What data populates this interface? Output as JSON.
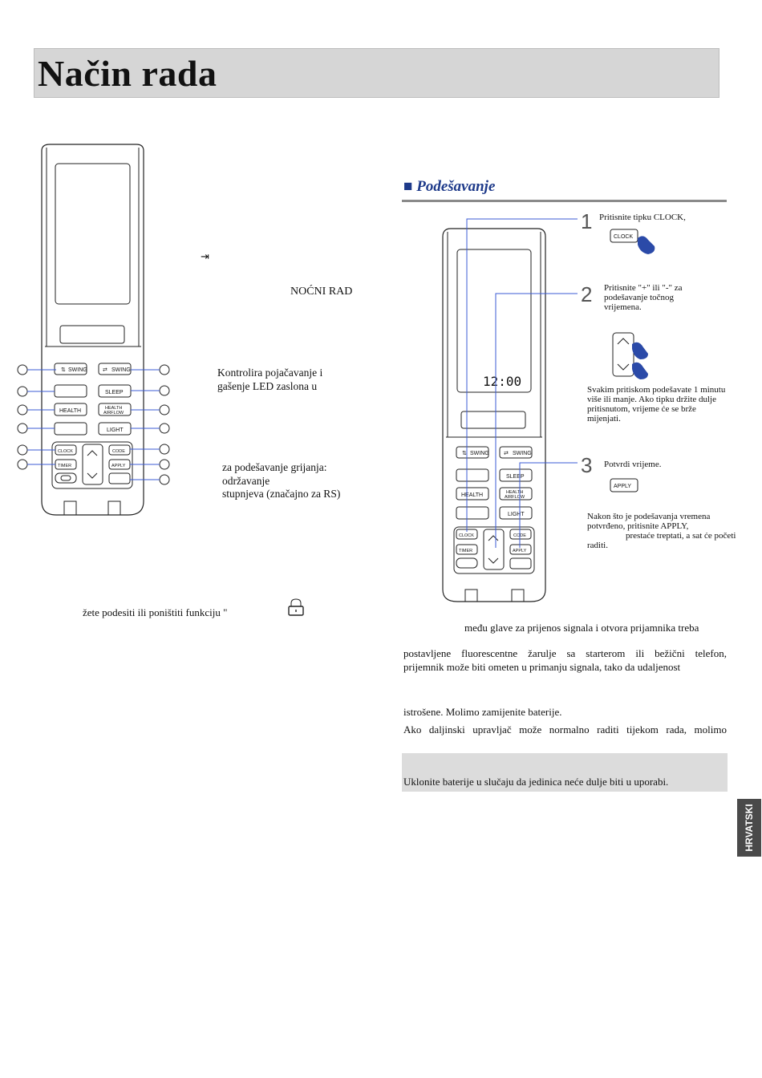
{
  "title": "Način rada",
  "left": {
    "remote_buttons": {
      "swing_left": "SWING",
      "swing_right": "SWING",
      "sleep": "SLEEP",
      "health": "HEALTH",
      "health_airflow_1": "HEALTH",
      "health_airflow_2": "AIRFLOW",
      "light": "LIGHT",
      "clock": "CLOCK",
      "code": "CODE",
      "timer": "TIMER",
      "apply": "APPLY"
    },
    "glyph_arrow": "⇥",
    "label_night": "NOĆNI RAD",
    "light_desc": [
      "Kontrolira pojačavanje i",
      "gašenje LED zaslona u"
    ],
    "heat_desc": [
      "za podešavanje grijanja:",
      "održavanje",
      "stupnjeva (značajno za RS)"
    ],
    "lock_text": "žete podesiti ili poništiti funkciju \""
  },
  "right": {
    "section_marker": "■",
    "section_title": "Podešavanje",
    "display_time": "12:00",
    "steps": [
      {
        "num": "1",
        "lines": [
          "Pritisnite tipku CLOCK,"
        ],
        "button": "CLOCK"
      },
      {
        "num": "2",
        "lines": [
          "Pritisnite \"+\" ili \"-\" za",
          "podešavanje točnog",
          "vrijemena."
        ]
      },
      {
        "num": "3",
        "lines": [
          "Potvrdi vrijeme."
        ],
        "button": "APPLY"
      }
    ],
    "step2_note": [
      "Svakim pritiskom podešavate 1 minutu",
      " više ili manje. Ako tipku držite dulje",
      "pritisnutom, vrijeme će se brže",
      "mijenjati."
    ],
    "step3_note": [
      "Nakon što je podešavanja vremena",
      "potvrđeno, pritisnite APPLY,",
      "prestaće treptati, a sat će početi",
      "raditi."
    ],
    "para1": "među glave za prijenos signala i otvora prijamnika treba",
    "para2a": "postavljene fluorescentne žarulje sa starterom ili bežični telefon,",
    "para2b": "prijemnik može biti ometen u primanju signala, tako da udaljenost",
    "para3a": "istrošene. Molimo zamijenite baterije.",
    "para3b": "Ako daljinski upravljač može normalno raditi tijekom rada, molimo",
    "note": "Uklonite baterije u slučaju da jedinica neće dulje biti u uporabi."
  },
  "side_tab": "HRVATSKI"
}
